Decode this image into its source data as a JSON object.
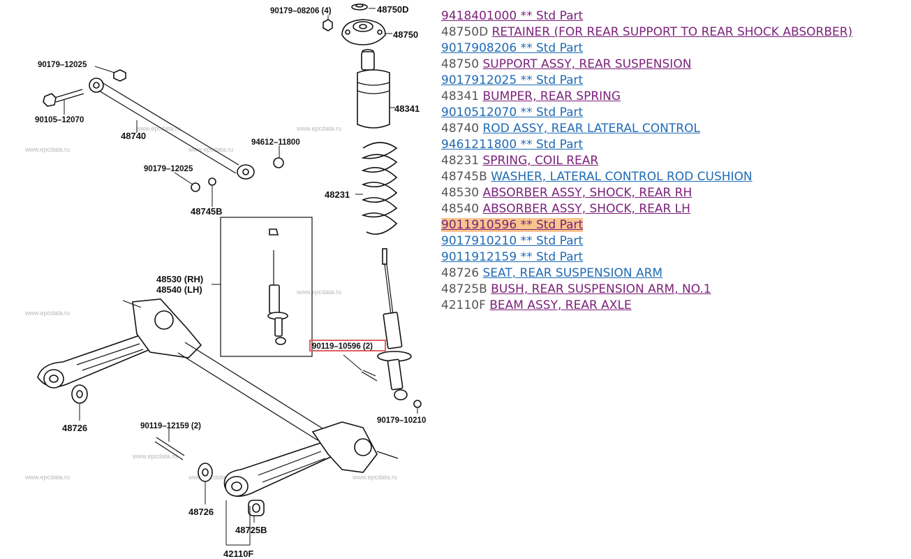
{
  "colors": {
    "visited_link": "#7b1f7a",
    "unvisited_link": "#1f6bb5",
    "code_gray": "#555555",
    "highlight": "#f7c58f",
    "callout_border": "#e06060"
  },
  "watermark": "www.epcdata.ru",
  "diagram_labels": {
    "l_90179_08206": "90179–08206 (4)",
    "l_48750D": "48750D",
    "l_48750": "48750",
    "l_90179_12025_top": "90179–12025",
    "l_90105_12070": "90105–12070",
    "l_48740": "48740",
    "l_48341": "48341",
    "l_94612_11800": "94612–11800",
    "l_90179_12025_mid": "90179–12025",
    "l_48745B": "48745B",
    "l_48231": "48231",
    "l_48530": "48530 (RH)",
    "l_48540": "48540 (LH)",
    "l_90119_10596": "90119–10596 (2)",
    "l_48726_left": "48726",
    "l_90119_12159": "90119–12159 (2)",
    "l_90179_10210": "90179–10210",
    "l_48726_bottom": "48726",
    "l_48725B": "48725B",
    "l_42110F": "42110F"
  },
  "parts": [
    {
      "code": "",
      "link": "9418401000 ** Std Part",
      "visited": true,
      "highlight": false
    },
    {
      "code": "48750D",
      "link": "RETAINER (FOR REAR SUPPORT TO REAR SHOCK ABSORBER)",
      "visited": true,
      "highlight": false
    },
    {
      "code": "",
      "link": "9017908206 ** Std Part",
      "visited": false,
      "highlight": false
    },
    {
      "code": "48750",
      "link": "SUPPORT ASSY, REAR SUSPENSION",
      "visited": true,
      "highlight": false
    },
    {
      "code": "",
      "link": "9017912025 ** Std Part",
      "visited": false,
      "highlight": false
    },
    {
      "code": "48341",
      "link": "BUMPER, REAR SPRING",
      "visited": true,
      "highlight": false
    },
    {
      "code": "",
      "link": "9010512070 ** Std Part",
      "visited": false,
      "highlight": false
    },
    {
      "code": "48740",
      "link": "ROD ASSY, REAR LATERAL CONTROL",
      "visited": false,
      "highlight": false
    },
    {
      "code": "",
      "link": "9461211800 ** Std Part",
      "visited": false,
      "highlight": false
    },
    {
      "code": "48231",
      "link": "SPRING, COIL REAR",
      "visited": true,
      "highlight": false
    },
    {
      "code": "48745B",
      "link": "WASHER, LATERAL CONTROL ROD CUSHION",
      "visited": false,
      "highlight": false
    },
    {
      "code": "48530",
      "link": "ABSORBER ASSY, SHOCK, REAR RH",
      "visited": true,
      "highlight": false
    },
    {
      "code": "48540",
      "link": "ABSORBER ASSY, SHOCK, REAR LH",
      "visited": true,
      "highlight": false
    },
    {
      "code": "",
      "link": "9011910596 ** Std Part",
      "visited": true,
      "highlight": true
    },
    {
      "code": "",
      "link": "9017910210 ** Std Part",
      "visited": false,
      "highlight": false
    },
    {
      "code": "",
      "link": "9011912159 ** Std Part",
      "visited": false,
      "highlight": false
    },
    {
      "code": "48726",
      "link": "SEAT, REAR SUSPENSION ARM",
      "visited": false,
      "highlight": false
    },
    {
      "code": "48725B",
      "link": "BUSH, REAR SUSPENSION ARM, NO.1",
      "visited": true,
      "highlight": false
    },
    {
      "code": "42110F",
      "link": "BEAM ASSY, REAR AXLE",
      "visited": true,
      "highlight": false
    }
  ]
}
